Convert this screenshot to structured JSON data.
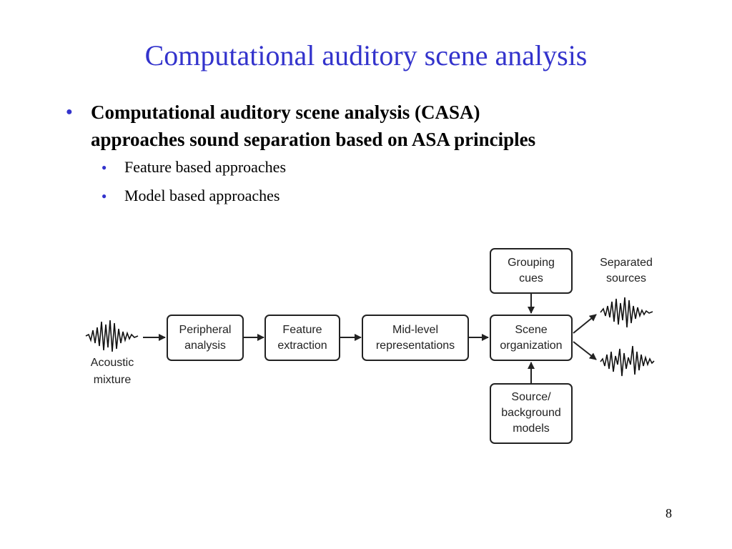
{
  "slide": {
    "title": "Computational auditory scene analysis",
    "bullet_main_line1": "Computational auditory scene analysis (CASA)",
    "bullet_main_line2": "approaches sound separation based on ASA principles",
    "sub_bullets": [
      "Feature based approaches",
      "Model based approaches"
    ],
    "page_number": "8"
  },
  "diagram": {
    "input_label": [
      "Acoustic",
      "mixture"
    ],
    "output_label": [
      "Separated",
      "sources"
    ],
    "boxes": {
      "peripheral": [
        "Peripheral",
        "analysis"
      ],
      "feature": [
        "Feature",
        "extraction"
      ],
      "midlevel": [
        "Mid-level",
        "representations"
      ],
      "scene": [
        "Scene",
        "organization"
      ],
      "grouping": [
        "Grouping",
        "cues"
      ],
      "models": [
        "Source/",
        "background",
        "models"
      ]
    }
  }
}
